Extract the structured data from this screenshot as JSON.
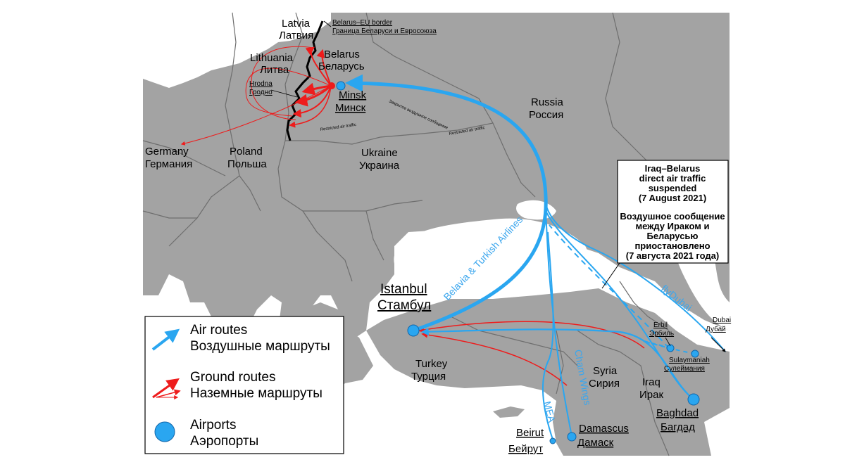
{
  "colors": {
    "land": "#a3a3a3",
    "water": "#ffffff",
    "borders": "#6e6e6e",
    "air": "#2aa6f0",
    "ground": "#ee1c1c",
    "eu_border": "#000000"
  },
  "countries": {
    "latvia": [
      "Latvia",
      "Латвия"
    ],
    "lithuania": [
      "Lithuania",
      "Литва"
    ],
    "belarus": [
      "Belarus",
      "Беларусь"
    ],
    "russia": [
      "Russia",
      "Россия"
    ],
    "germany": [
      "Germany",
      "Германия"
    ],
    "poland": [
      "Poland",
      "Польша"
    ],
    "ukraine": [
      "Ukraine",
      "Украина"
    ],
    "turkey": [
      "Turkey",
      "Турция"
    ],
    "syria": [
      "Syria",
      "Сирия"
    ],
    "iraq": [
      "Iraq",
      "Ирак"
    ]
  },
  "cities": {
    "minsk": [
      "Minsk",
      "Минск"
    ],
    "hrodna": [
      "Hrodna",
      "Гродно"
    ],
    "istanbul": [
      "Istanbul",
      "Стамбул"
    ],
    "beirut": [
      "Beirut",
      "Бейрут"
    ],
    "damascus": [
      "Damascus",
      "Дамаск"
    ],
    "baghdad": [
      "Baghdad",
      "Багдад"
    ],
    "erbil": [
      "Erbil",
      "Эрбиль"
    ],
    "sulaymaniah": [
      "Sulaymaniah",
      "Сулеймания"
    ],
    "dubai": [
      "Dubai",
      "Дубай"
    ]
  },
  "border_label": [
    "Belarus–EU border",
    "Граница Беларуси и Евросоюза"
  ],
  "restricted": {
    "label1": "Restricted air traffic",
    "label2": "Закрытое воздушное сообщение",
    "label3": "Restricted air traffic"
  },
  "routes": {
    "belavia_turkish": "Belavia & Turkish Airlines",
    "flydubai": "flyDubai",
    "cham_wings": "Cham Wings",
    "mea": "MEA"
  },
  "notice": {
    "en": [
      "Iraq–Belarus",
      "direct air traffic",
      "suspended",
      "(7 August 2021)"
    ],
    "ru": [
      "Воздушное сообщение",
      "между Ираком и",
      "Беларусью",
      "приостановлено",
      "(7 августа 2021 года)"
    ]
  },
  "legend": {
    "air": [
      "Air routes",
      "Воздушные маршруты"
    ],
    "ground": [
      "Ground routes",
      "Наземные маршруты"
    ],
    "airports": [
      "Airports",
      "Аэропорты"
    ]
  }
}
